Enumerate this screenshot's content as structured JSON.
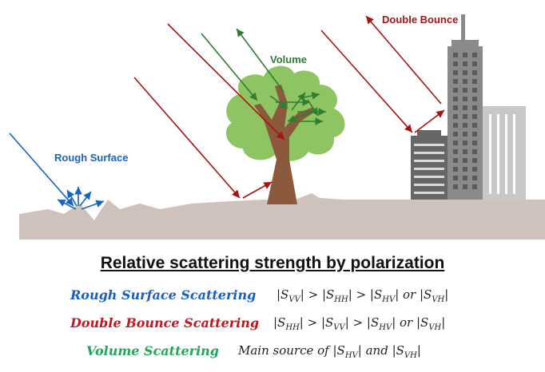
{
  "diagram": {
    "labels": {
      "rough_surface": "Rough Surface",
      "volume": "Volume",
      "double_bounce": "Double Bounce"
    },
    "colors": {
      "rough": "#1565c0",
      "volume": "#2e7d32",
      "double_bounce": "#a31515",
      "ground": "#cfc1bc",
      "foliage": "#8fc463",
      "trunk": "#8b5a3c",
      "building_dark": "#666666",
      "building_mid": "#8a8a8a",
      "building_light": "#c8c8c8"
    }
  },
  "legend": {
    "title": "Relative scattering strength by polarization",
    "rows": [
      {
        "name": "Rough Surface Scattering",
        "color": "#1a5fc4",
        "parts": [
          "|S",
          "VV",
          "| > |S",
          "HH",
          "| > |S",
          "HV",
          "| or |S",
          "VH",
          "|"
        ]
      },
      {
        "name": "Double Bounce Scattering",
        "color": "#c0181f",
        "parts": [
          "|S",
          "HH",
          "| > |S",
          "VV",
          "| > |S",
          "HV",
          "| or |S",
          "VH",
          "|"
        ]
      },
      {
        "name": "Volume Scattering",
        "color": "#1fa85a",
        "parts": [
          "Main source of |S",
          "HV",
          "| and |S",
          "VH",
          "|"
        ]
      }
    ]
  }
}
